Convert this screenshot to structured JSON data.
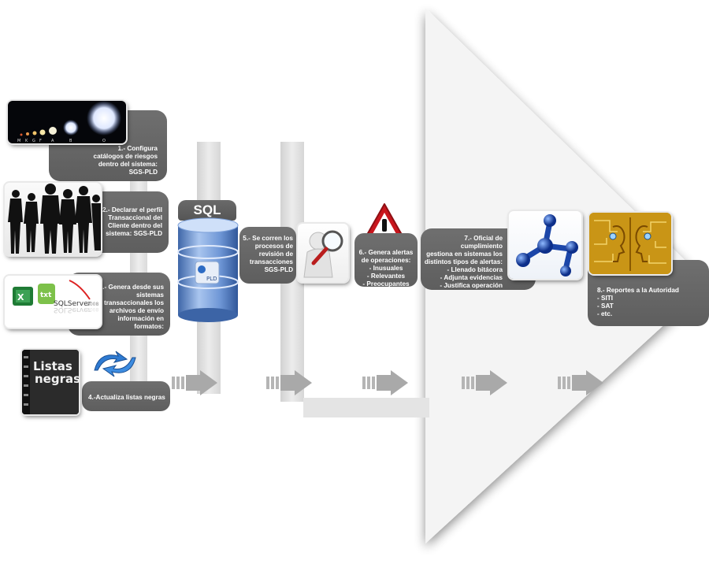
{
  "colors": {
    "box": "#626262",
    "chevron": "#d6d6d6",
    "column": "#dcdcdc",
    "arrow": "#a9a9a9",
    "db_blue": "#5c86c4",
    "warning_red": "#c8161d"
  },
  "steps": {
    "s1": {
      "lines": [
        "1.- Configura",
        "catálogos de riesgos",
        "dentro del sistema:",
        "SGS-PLD"
      ],
      "icon": "star-chart-icon",
      "scale_labels": [
        "M",
        "K",
        "G",
        "F",
        "A",
        "B",
        "O"
      ]
    },
    "s2": {
      "lines": [
        "2.- Declarar el perfil",
        "Transaccional del",
        "Cliente dentro del",
        "sistema: SGS-PLD"
      ],
      "icon": "people-silhouettes-icon"
    },
    "s3": {
      "lines": [
        "3.- Genera desde sus",
        "sistemas",
        "transaccionales los",
        "archivos de envío",
        "información en",
        "formatos:"
      ],
      "icon": "file-formats-icon",
      "logo_txt": "txt",
      "logo_sql": "SQLServer",
      "logo_year": "2008"
    },
    "s4": {
      "lines": [
        "4.-Actualiza listas negras"
      ],
      "icon": "black-list-book-icon",
      "book_text": [
        "Listas",
        "negras"
      ]
    },
    "s5": {
      "lines": [
        "5.- Se corren los",
        "procesos de",
        "revisión de",
        "transacciones",
        "SGS-PLD"
      ],
      "db_label": "SQL",
      "db_badge": "PLD"
    },
    "s6": {
      "lines": [
        "6.- Genera alertas",
        "de operaciones:",
        "- Inusuales",
        "- Relevantes",
        "- Preocupantes"
      ],
      "icon": "warning-icon"
    },
    "s7": {
      "lines": [
        "7.- Oficial de cumplimiento",
        "gestiona en sistemas los",
        "distintos tipos de alertas:",
        "- Llenado bitácora",
        "- Adjunta evidencias",
        "- Justifica operación"
      ],
      "icon": "molecule-icon"
    },
    "s8": {
      "lines": [
        "8.- Reportes a la Autoridad",
        "- SITI",
        "- SAT",
        "- etc."
      ],
      "icon": "circuit-faces-icon"
    }
  }
}
